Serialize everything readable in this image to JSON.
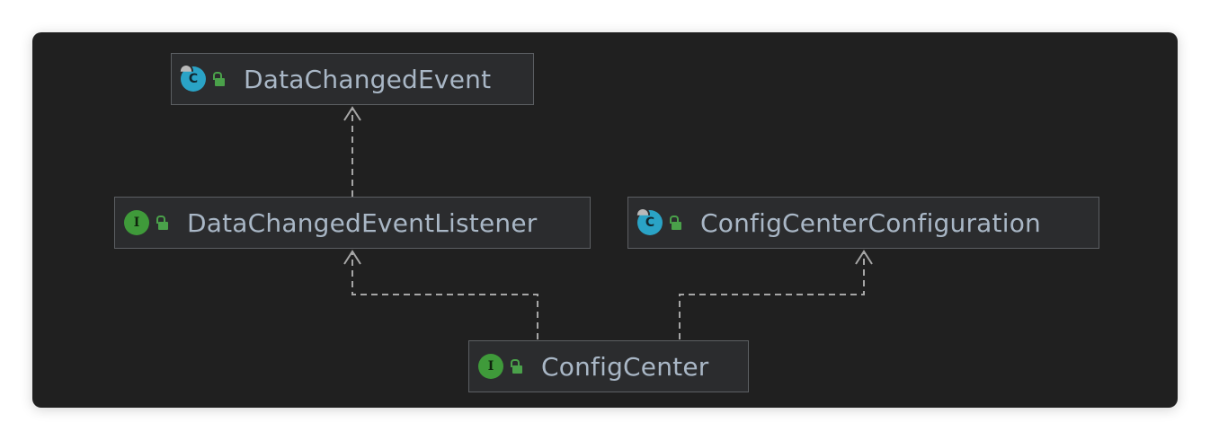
{
  "diagram": {
    "nodes": [
      {
        "id": "data-changed-event",
        "label": "DataChangedEvent",
        "kind": "class",
        "icon": "class-icon"
      },
      {
        "id": "data-changed-event-listener",
        "label": "DataChangedEventListener",
        "kind": "interface",
        "icon": "interface-icon"
      },
      {
        "id": "config-center-configuration",
        "label": "ConfigCenterConfiguration",
        "kind": "class",
        "icon": "class-icon"
      },
      {
        "id": "config-center",
        "label": "ConfigCenter",
        "kind": "interface",
        "icon": "interface-icon"
      }
    ],
    "edges": [
      {
        "from": "data-changed-event-listener",
        "to": "data-changed-event",
        "style": "dashed",
        "arrow": "open"
      },
      {
        "from": "config-center",
        "to": "data-changed-event-listener",
        "style": "dashed",
        "arrow": "open"
      },
      {
        "from": "config-center",
        "to": "config-center-configuration",
        "style": "dashed",
        "arrow": "open"
      }
    ],
    "icon_letters": {
      "class": "C",
      "interface": "I"
    },
    "colors": {
      "background": "#202020",
      "node_fill": "#2b2c2e",
      "node_border": "#5c5f63",
      "label_text": "#a9b7c6",
      "edge": "#a6a6a6",
      "class_icon": "#2aa3c6",
      "interface_icon": "#3f9a3a",
      "lock_icon": "#4aa14a"
    }
  }
}
